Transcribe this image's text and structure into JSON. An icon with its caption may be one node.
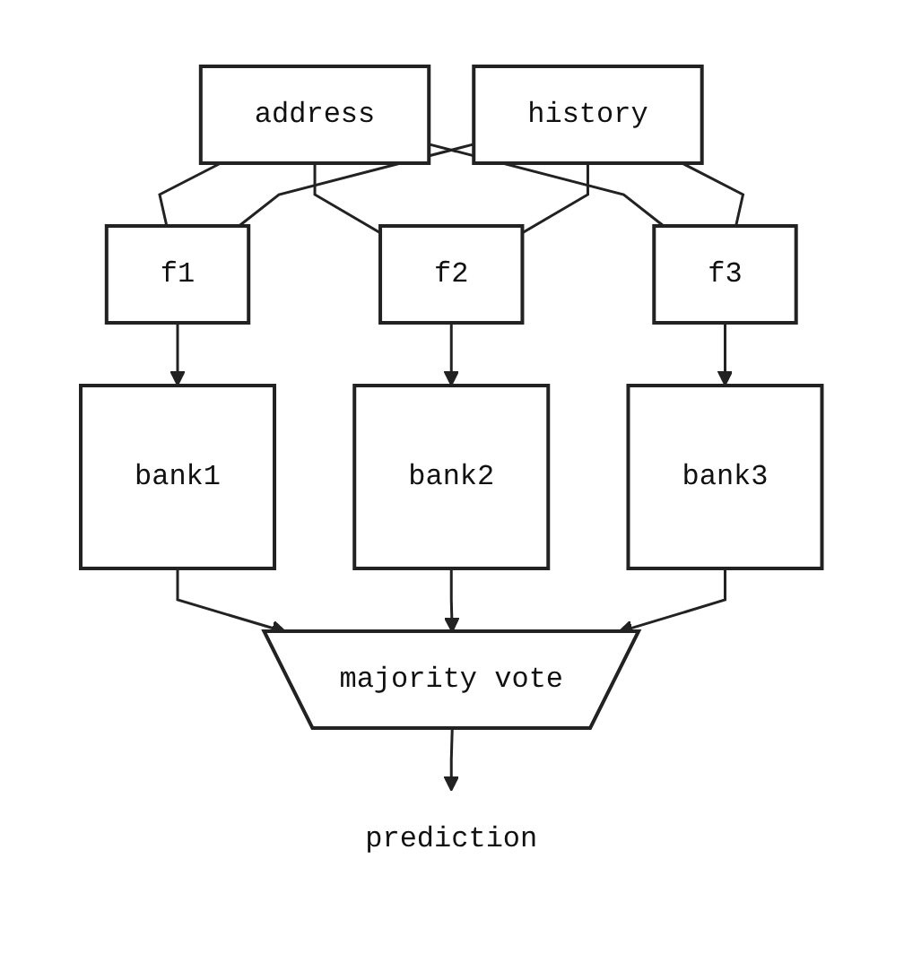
{
  "diagram": {
    "nodes": [
      {
        "text": [
          "address"
        ]
      },
      {
        "text": [
          "history"
        ]
      },
      {
        "text": [
          "f1"
        ]
      },
      {
        "text": [
          "f2"
        ]
      },
      {
        "text": [
          "f3"
        ]
      },
      {
        "text": [
          "bank1"
        ]
      },
      {
        "text": [
          "bank2"
        ]
      },
      {
        "text": [
          "bank3"
        ]
      },
      {
        "text": [
          "majority vote"
        ]
      },
      {
        "text": [
          "prediction"
        ]
      }
    ],
    "edges": [
      {
        "from": 0,
        "to": 2,
        "arrow": "none"
      },
      {
        "from": 0,
        "to": 3,
        "arrow": "none"
      },
      {
        "from": 0,
        "to": 4,
        "arrow": "none"
      },
      {
        "from": 1,
        "to": 2,
        "arrow": "none"
      },
      {
        "from": 1,
        "to": 3,
        "arrow": "none"
      },
      {
        "from": 1,
        "to": 4,
        "arrow": "none"
      },
      {
        "from": 2,
        "to": 5,
        "arrow": "to"
      },
      {
        "from": 3,
        "to": 6,
        "arrow": "to"
      },
      {
        "from": 4,
        "to": 7,
        "arrow": "to"
      },
      {
        "from": 5,
        "to": 8,
        "arrow": "to"
      },
      {
        "from": 6,
        "to": 8,
        "arrow": "to"
      },
      {
        "from": 7,
        "to": 8,
        "arrow": "to"
      },
      {
        "from": 8,
        "to": 9,
        "arrow": "to"
      }
    ]
  }
}
